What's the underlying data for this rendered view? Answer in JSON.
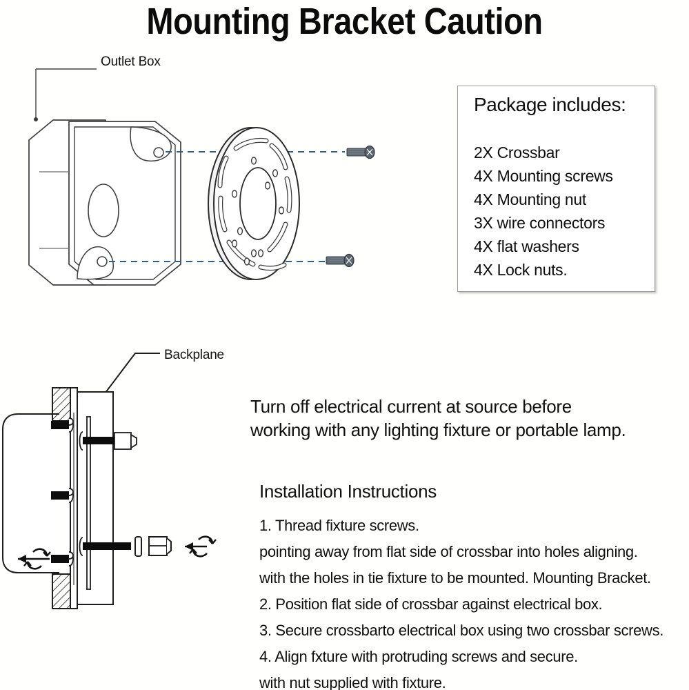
{
  "document": {
    "title": "Mounting Bracket Caution"
  },
  "top_diagram": {
    "callout_label": "Outlet Box",
    "parts": [
      "outlet-box",
      "round-mounting-plate",
      "mounting-screw-upper",
      "mounting-screw-lower"
    ]
  },
  "bottom_diagram": {
    "callout_label": "Backplane",
    "parts": [
      "wall-section",
      "fixture-body",
      "crossbar",
      "threaded-screws",
      "flat-washer",
      "hex-nut",
      "rotation-arrow-left",
      "rotation-arrow-right"
    ]
  },
  "package": {
    "title": "Package includes:",
    "items": [
      "2X Crossbar",
      "4X Mounting screws",
      "4X Mounting nut",
      "3X wire connectors",
      "4X flat washers",
      "4X Lock nuts."
    ]
  },
  "warning": {
    "line1": "Turn off electrical current at source before",
    "line2": "working with any lighting fixture or portable lamp."
  },
  "instructions": {
    "heading": "Installation Instructions",
    "steps": [
      "1. Thread fixture screws.",
      "pointing away from flat side of crossbar into holes aligning.",
      "with the holes in tie fixture to be mounted. Mounting Bracket.",
      "2. Position flat side of crossbar against electrical box.",
      "3. Secure crossbarto electrical box using two crossbar screws.",
      "4. Align fxture with protruding screws and secure.",
      "with nut supplied with fixture."
    ]
  },
  "colors": {
    "ink": "#111111",
    "paper": "#ffffff",
    "dashed_guide": "#2f5f86",
    "metal_fill": "#5b6570",
    "panel_border": "#9a9a9a"
  }
}
